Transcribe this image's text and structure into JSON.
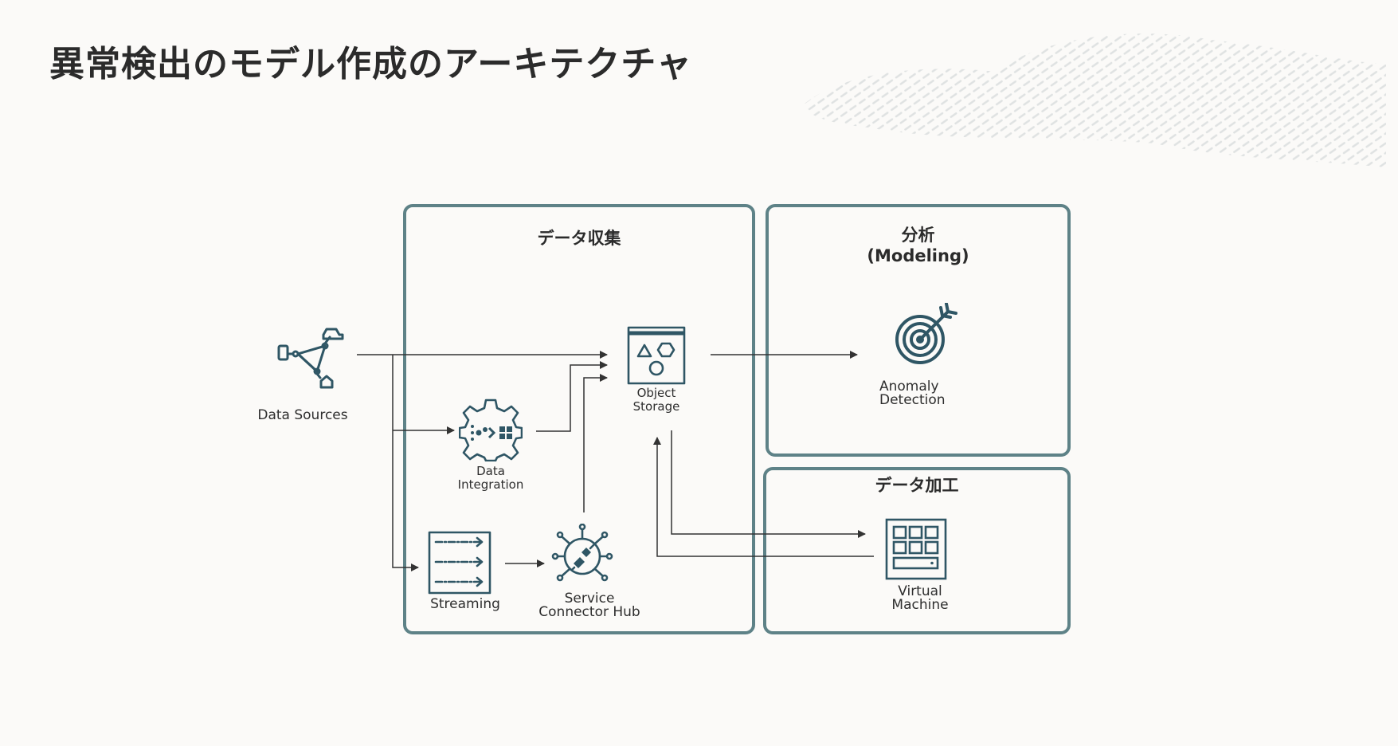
{
  "slide": {
    "title": "異常検出のモデル作成のアーキテクチャ"
  },
  "groups": {
    "collection": {
      "label": "データ収集"
    },
    "analysis": {
      "label": "分析\n(Modeling)"
    },
    "processing": {
      "label": "データ加工"
    }
  },
  "nodes": {
    "data_sources": {
      "label": "Data Sources",
      "icon": "iot-network-icon"
    },
    "object_storage": {
      "label": "Object\nStorage",
      "icon": "object-storage-icon"
    },
    "data_integration": {
      "label": "Data\nIntegration",
      "icon": "data-integration-gear-icon"
    },
    "streaming": {
      "label": "Streaming",
      "icon": "streaming-icon"
    },
    "service_connector_hub": {
      "label": "Service\nConnector Hub",
      "icon": "service-connector-hub-icon"
    },
    "anomaly_detection": {
      "label": "Anomaly\nDetection",
      "icon": "target-icon"
    },
    "virtual_machine": {
      "label": "Virtual\nMachine",
      "icon": "virtual-machine-icon"
    }
  },
  "colors": {
    "accent": "#5e8287",
    "icon": "#2f5665",
    "arrow": "#333333",
    "text": "#2b2b2b",
    "background": "#fbfaf8"
  }
}
